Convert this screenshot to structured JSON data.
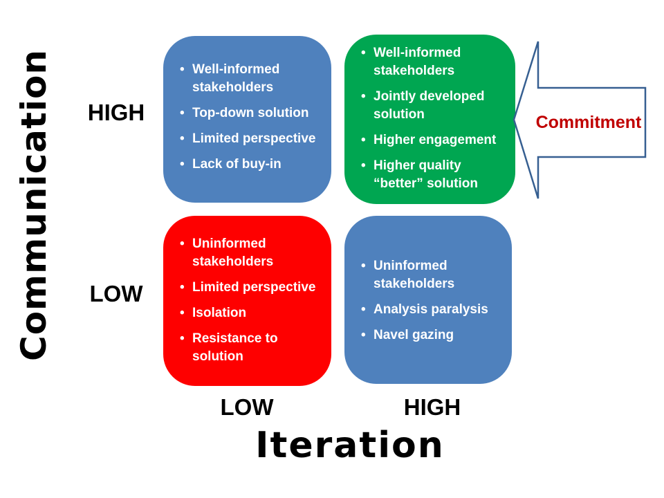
{
  "diagram": {
    "y_axis": {
      "label": "Communication",
      "high_label": "HIGH",
      "low_label": "LOW"
    },
    "x_axis": {
      "label": "Iteration",
      "low_label": "LOW",
      "high_label": "HIGH"
    },
    "quadrants": {
      "top_left": {
        "position": "high-communication-low-iteration",
        "color": "#4F81BD",
        "text_color": "#FFFFFF",
        "items": [
          "Well-informed stakeholders",
          "Top-down solution",
          "Limited perspective",
          "Lack of buy-in"
        ]
      },
      "top_right": {
        "position": "high-communication-high-iteration",
        "color": "#00A651",
        "text_color": "#FFFFFF",
        "items": [
          "Well-informed stakeholders",
          "Jointly developed solution",
          "Higher engagement",
          "Higher quality “better” solution"
        ]
      },
      "bottom_left": {
        "position": "low-communication-low-iteration",
        "color": "#FE0000",
        "text_color": "#FFFFFF",
        "items": [
          "Uninformed stakeholders",
          "Limited perspective",
          "Isolation",
          "Resistance to solution"
        ]
      },
      "bottom_right": {
        "position": "low-communication-high-iteration",
        "color": "#4F81BD",
        "text_color": "#FFFFFF",
        "items": [
          "Uninformed stakeholders",
          "Analysis paralysis",
          "Navel gazing"
        ]
      }
    },
    "arrow": {
      "label": "Commitment",
      "direction": "left",
      "fill_color": "#FFFFFF",
      "outline_color": "#365F91",
      "label_color": "#C00000"
    }
  }
}
